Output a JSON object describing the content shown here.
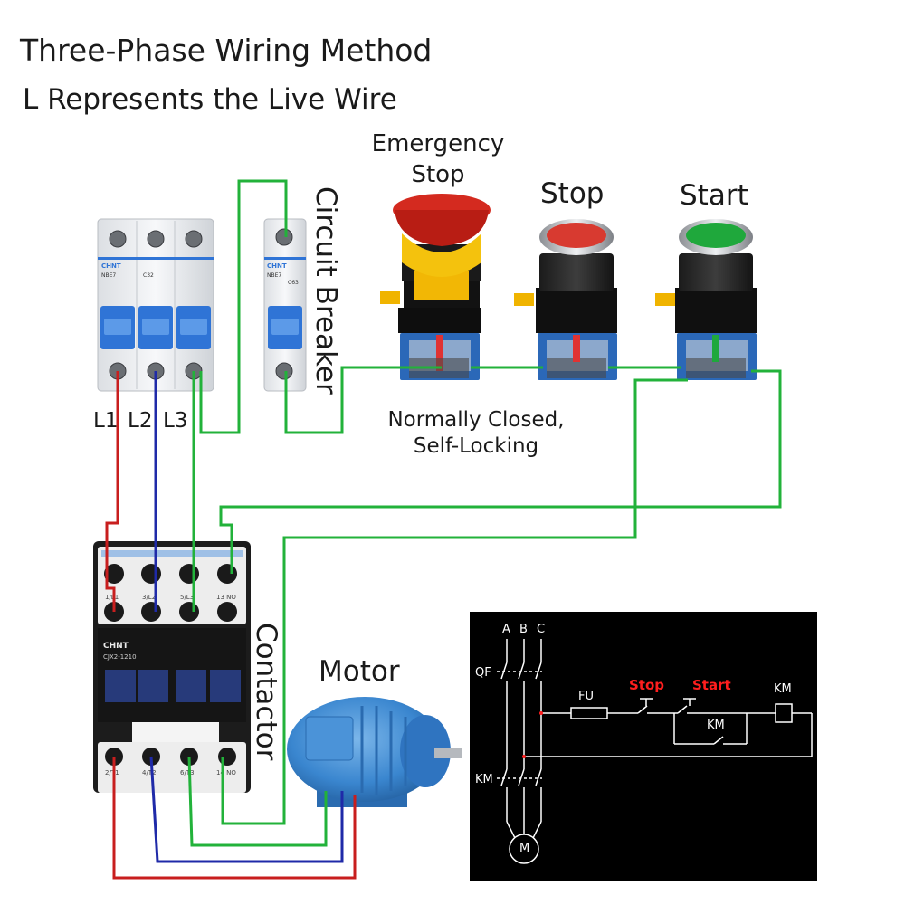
{
  "title": "Three-Phase Wiring Method",
  "subtitle": "L Represents the Live Wire",
  "labels": {
    "emergency_stop": "Emergency Stop",
    "stop": "Stop",
    "start": "Start",
    "circuit_breaker": "Circuit Breaker",
    "normally_closed": "Normally Closed, Self-Locking",
    "contactor": "Contactor",
    "motor": "Motor",
    "l1": "L1",
    "l2": "L2",
    "l3": "L3"
  },
  "breaker_3p": {
    "brand": "CHNT",
    "model": "NBE7",
    "rating": "C32"
  },
  "breaker_1p": {
    "brand": "CHNT",
    "model": "NBE7",
    "rating": "C63"
  },
  "contactor_unit": {
    "brand": "CHNT",
    "model": "CJX2-1210",
    "top_terminals": [
      "1/L1",
      "3/L2",
      "5/L3",
      "13 NO"
    ],
    "bottom_terminals": [
      "2/T1",
      "4/T2",
      "6/T3",
      "14 NO"
    ]
  },
  "schematic": {
    "phases": [
      "A",
      "B",
      "C"
    ],
    "qf": "QF",
    "fu": "FU",
    "stop": "Stop",
    "start": "Start",
    "km_coil": "KM",
    "km_aux": "KM",
    "km_main": "KM",
    "motor": "M"
  },
  "colors": {
    "wire_red": "#c81e1e",
    "wire_blue": "#1f2aa8",
    "wire_green": "#22b23a",
    "breaker_blue": "#2f74d6",
    "terminal_blue": "#2b68b8",
    "estop_red": "#d42a1f",
    "estop_yellow": "#f2b705",
    "stop_lens": "#d83a30",
    "start_lens": "#1fa83c",
    "motor_blue": "#3a86cf"
  }
}
